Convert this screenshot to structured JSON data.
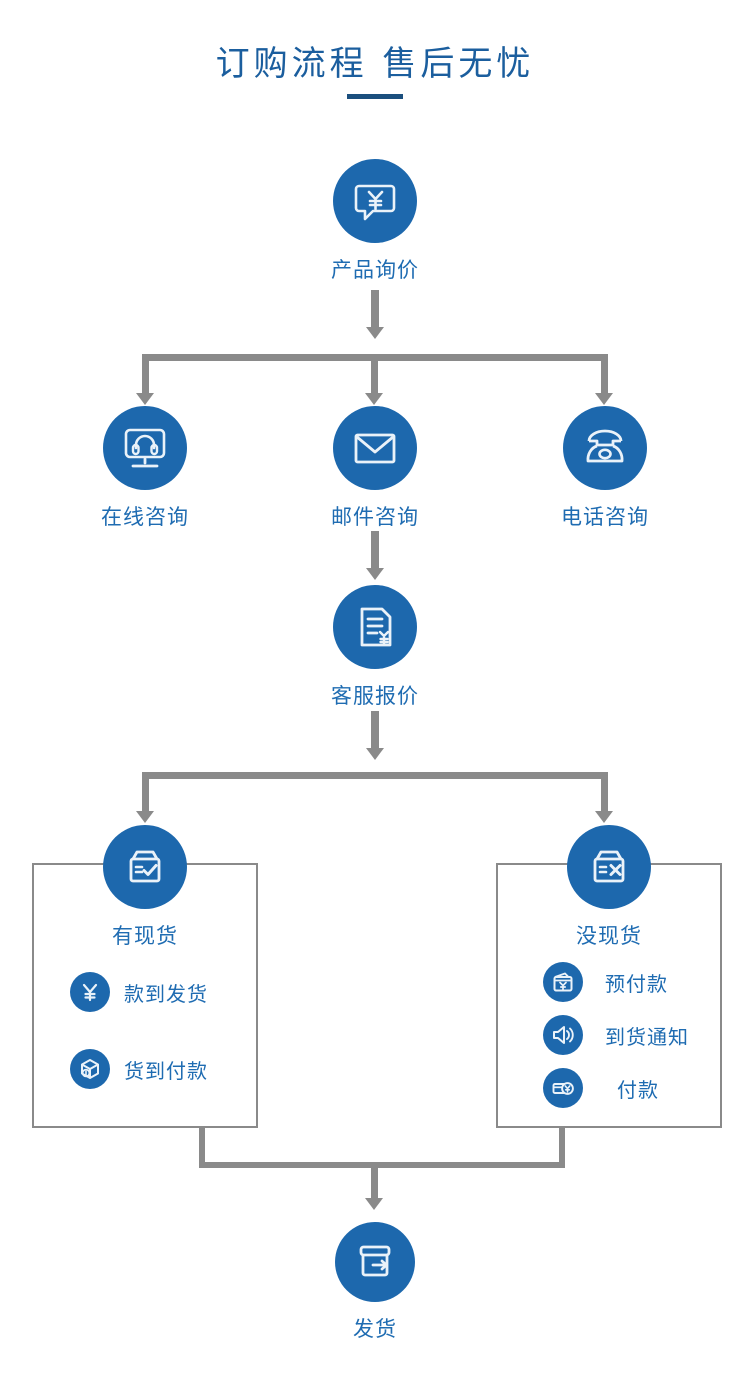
{
  "page": {
    "title": "订购流程  售后无忧",
    "accent_blue": "#1d68ad",
    "label_blue": "#1f6cb2",
    "title_blue": "#1b5e9e",
    "connector_gray": "#8a8a8a",
    "background": "#ffffff"
  },
  "flow": {
    "start": {
      "label": "产品询价",
      "icon": "chat-bubble-yen-icon"
    },
    "contact_options": [
      {
        "label": "在线咨询",
        "icon": "monitor-headset-icon"
      },
      {
        "label": "邮件咨询",
        "icon": "envelope-icon"
      },
      {
        "label": "电话咨询",
        "icon": "telephone-icon"
      }
    ],
    "quote": {
      "label": "客服报价",
      "icon": "document-yen-icon"
    },
    "stock_branches": [
      {
        "label": "有现货",
        "icon": "box-check-icon",
        "options": [
          {
            "label": "款到发货",
            "icon": "yen-icon"
          },
          {
            "label": "货到付款",
            "icon": "package-icon"
          }
        ]
      },
      {
        "label": "没现货",
        "icon": "box-cross-icon",
        "options": [
          {
            "label": "预付款",
            "icon": "wallet-yen-icon"
          },
          {
            "label": "到货通知",
            "icon": "speaker-icon"
          },
          {
            "label": "付款",
            "icon": "card-yen-icon"
          }
        ]
      }
    ],
    "end": {
      "label": "发货",
      "icon": "box-arrow-out-icon"
    }
  }
}
